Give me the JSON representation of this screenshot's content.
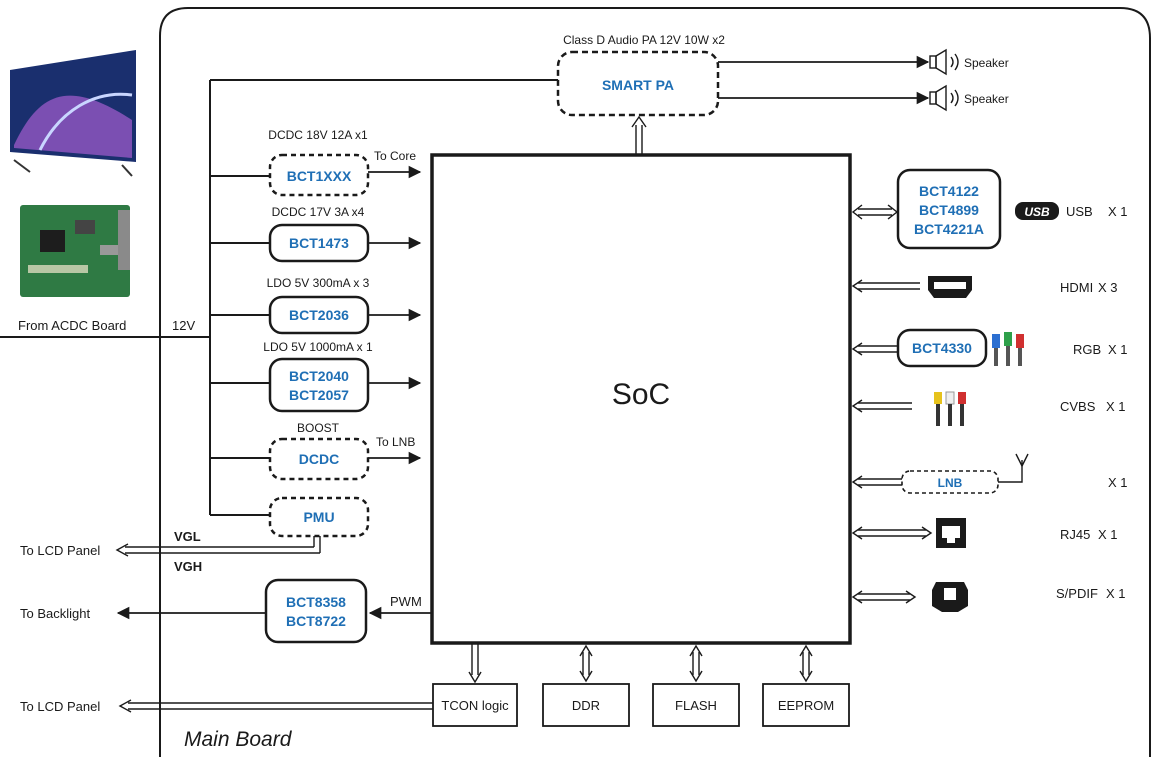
{
  "main_board_label": "Main Board",
  "soc_label": "SoC",
  "input": {
    "from": "From ACDC Board",
    "voltage": "12V"
  },
  "smart_pa": {
    "title": "Class D Audio PA  12V 10W x2",
    "label": "SMART PA",
    "speaker": "Speaker"
  },
  "power_blocks": [
    {
      "title": "DCDC 18V 12A x1",
      "lines": [
        "BCT1XXX"
      ],
      "note": "To Core"
    },
    {
      "title": "DCDC 17V 3A x4",
      "lines": [
        "BCT1473"
      ],
      "note": ""
    },
    {
      "title": "LDO 5V 300mA x 3",
      "lines": [
        "BCT2036"
      ],
      "note": ""
    },
    {
      "title": "LDO 5V 1000mA x 1",
      "lines": [
        "BCT2040",
        "BCT2057"
      ],
      "note": ""
    },
    {
      "title": "BOOST",
      "lines": [
        "DCDC"
      ],
      "note": "To LNB"
    },
    {
      "title": "",
      "lines": [
        "PMU"
      ],
      "note": ""
    }
  ],
  "pmu_outputs": {
    "to": "To LCD Panel",
    "vgl": "VGL",
    "vgh": "VGH"
  },
  "backlight": {
    "to": "To Backlight",
    "lines": [
      "BCT8358",
      "BCT8722"
    ],
    "pwm": "PWM"
  },
  "interfaces": [
    {
      "chips": [
        "BCT4122",
        "BCT4899",
        "BCT4221A"
      ],
      "icon": "usb-icon",
      "icon_text": "USB",
      "name": "USB",
      "count": "X 1"
    },
    {
      "chips": [],
      "icon": "hdmi-icon",
      "name": "HDMI",
      "count": "X 3"
    },
    {
      "chips": [
        "BCT4330"
      ],
      "icon": "rgb-connector-icon",
      "name": "RGB",
      "count": "X 1"
    },
    {
      "chips": [],
      "icon": "rca-connector-icon",
      "name": "CVBS",
      "count": "X 1"
    },
    {
      "chips": [],
      "icon": "antenna-icon",
      "lnb": "LNB",
      "name": "",
      "count": "X 1"
    },
    {
      "chips": [],
      "icon": "rj45-icon",
      "name": "RJ45",
      "count": "X 1"
    },
    {
      "chips": [],
      "icon": "spdif-icon",
      "name": "S/PDIF",
      "count": "X 1"
    }
  ],
  "bottom": {
    "to": "To LCD Panel",
    "blocks": [
      "TCON logic",
      "DDR",
      "FLASH",
      "EEPROM"
    ]
  },
  "colors": {
    "accent": "#1f6fb5",
    "line": "#1a1a1a"
  }
}
